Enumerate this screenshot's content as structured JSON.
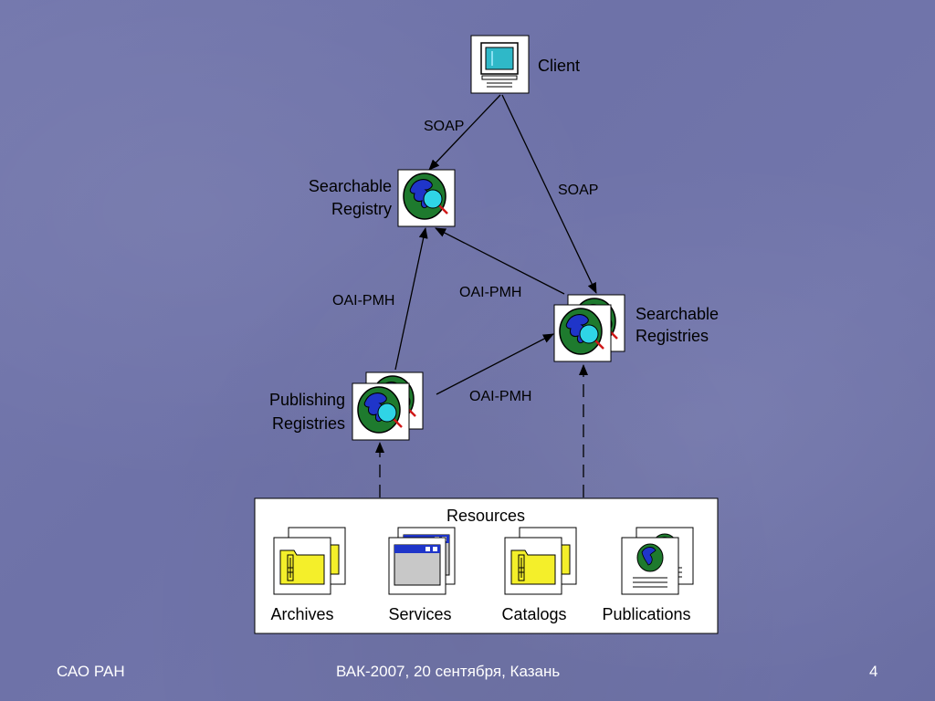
{
  "colors": {
    "background": "#7074a9",
    "box_fill": "#ffffff",
    "globe_ocean": "#1e7a2e",
    "globe_land": "#1f35c9",
    "lens": "#2fd4e6",
    "folder": "#f4ef2a"
  },
  "nodes": {
    "client": "Client",
    "searchable_registry": [
      "Searchable",
      "Registry"
    ],
    "searchable_registries": [
      "Searchable",
      "Registries"
    ],
    "publishing_registries": [
      "Publishing",
      "Registries"
    ]
  },
  "edges": {
    "client_to_registry": "SOAP",
    "client_to_registries": "SOAP",
    "publishing_to_registry": "OAI-PMH",
    "registries_to_registry": "OAI-PMH",
    "publishing_to_registries": "OAI-PMH"
  },
  "resources": {
    "title": "Resources",
    "items": [
      "Archives",
      "Services",
      "Catalogs",
      "Publications"
    ]
  },
  "footer": {
    "left": "САО РАН",
    "center": "ВАК-2007, 20 сентября, Казань",
    "page": "4"
  },
  "icons": {
    "client": "computer-terminal-icon",
    "registry": "globe-search-icon",
    "archives": "folder-icon",
    "services": "window-icon",
    "catalogs": "folder-icon",
    "publications": "globe-document-icon"
  }
}
